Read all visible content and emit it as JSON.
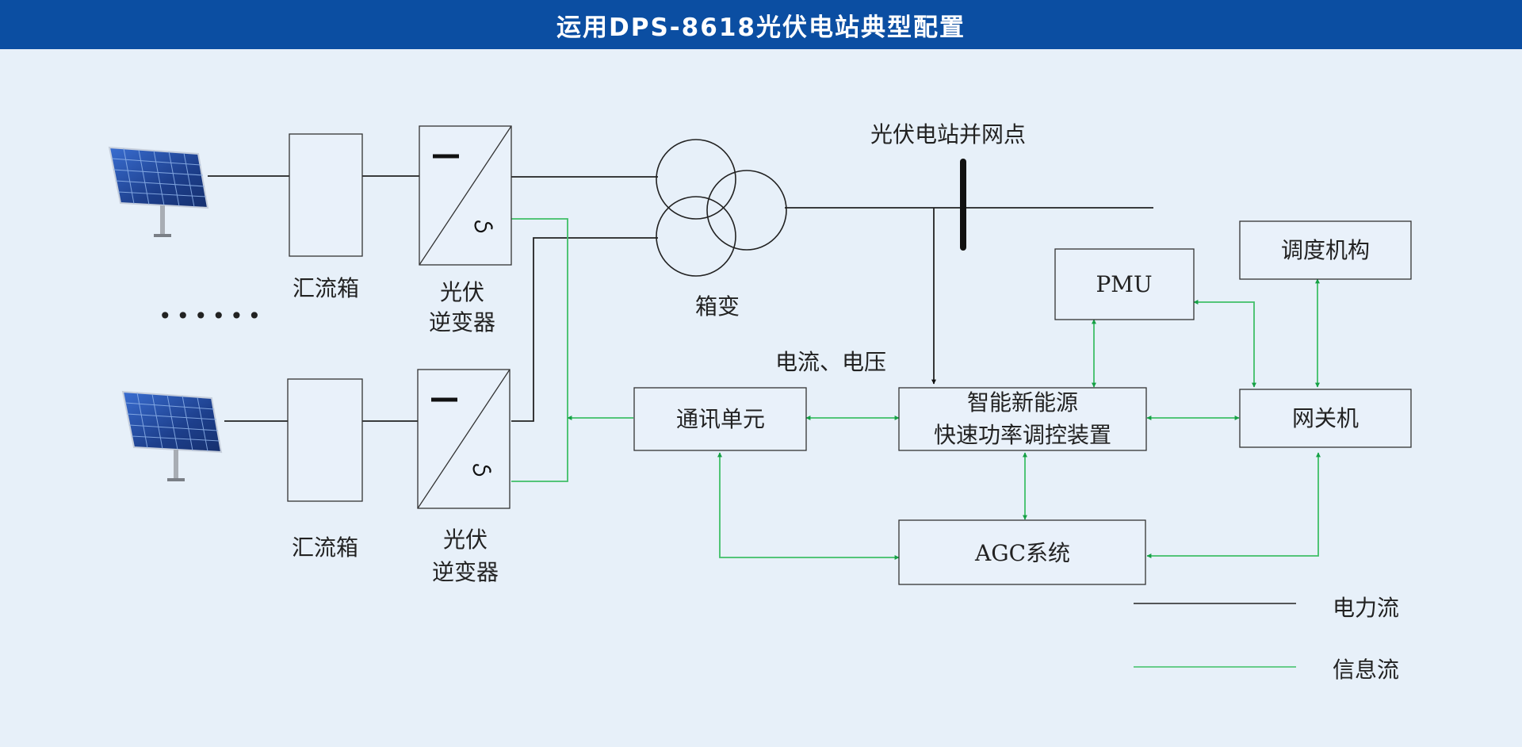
{
  "title": "运用DPS-8618光伏电站典型配置",
  "combiner_label": "汇流箱",
  "inverter_label": {
    "line1": "光伏",
    "line2": "逆变器"
  },
  "ellipsis": "••••••",
  "transformer_label": "箱变",
  "grid_point_label": "光伏电站并网点",
  "measure_label": "电流、电压",
  "pmu_label": "PMU",
  "dispatch_label": "调度机构",
  "comm_unit_label": "通讯单元",
  "controller_label": {
    "line1": "智能新能源",
    "line2": "快速功率调控装置"
  },
  "gateway_label": "网关机",
  "agc_label": "AGC系统",
  "legend": [
    {
      "label": "电力流",
      "color": "#222222"
    },
    {
      "label": "信息流",
      "color": "#3fbf67"
    }
  ],
  "colors": {
    "header": "#0b4ea2",
    "background": "#e7f0f9",
    "power_line": "#222222",
    "info_line": "#3fbf67",
    "arrow": "#16a045",
    "panel": "#1d3f8c"
  },
  "icons": [
    "solar-panel-icon",
    "dc-ac-inverter-icon",
    "transformer-icon",
    "arrow-icon"
  ]
}
